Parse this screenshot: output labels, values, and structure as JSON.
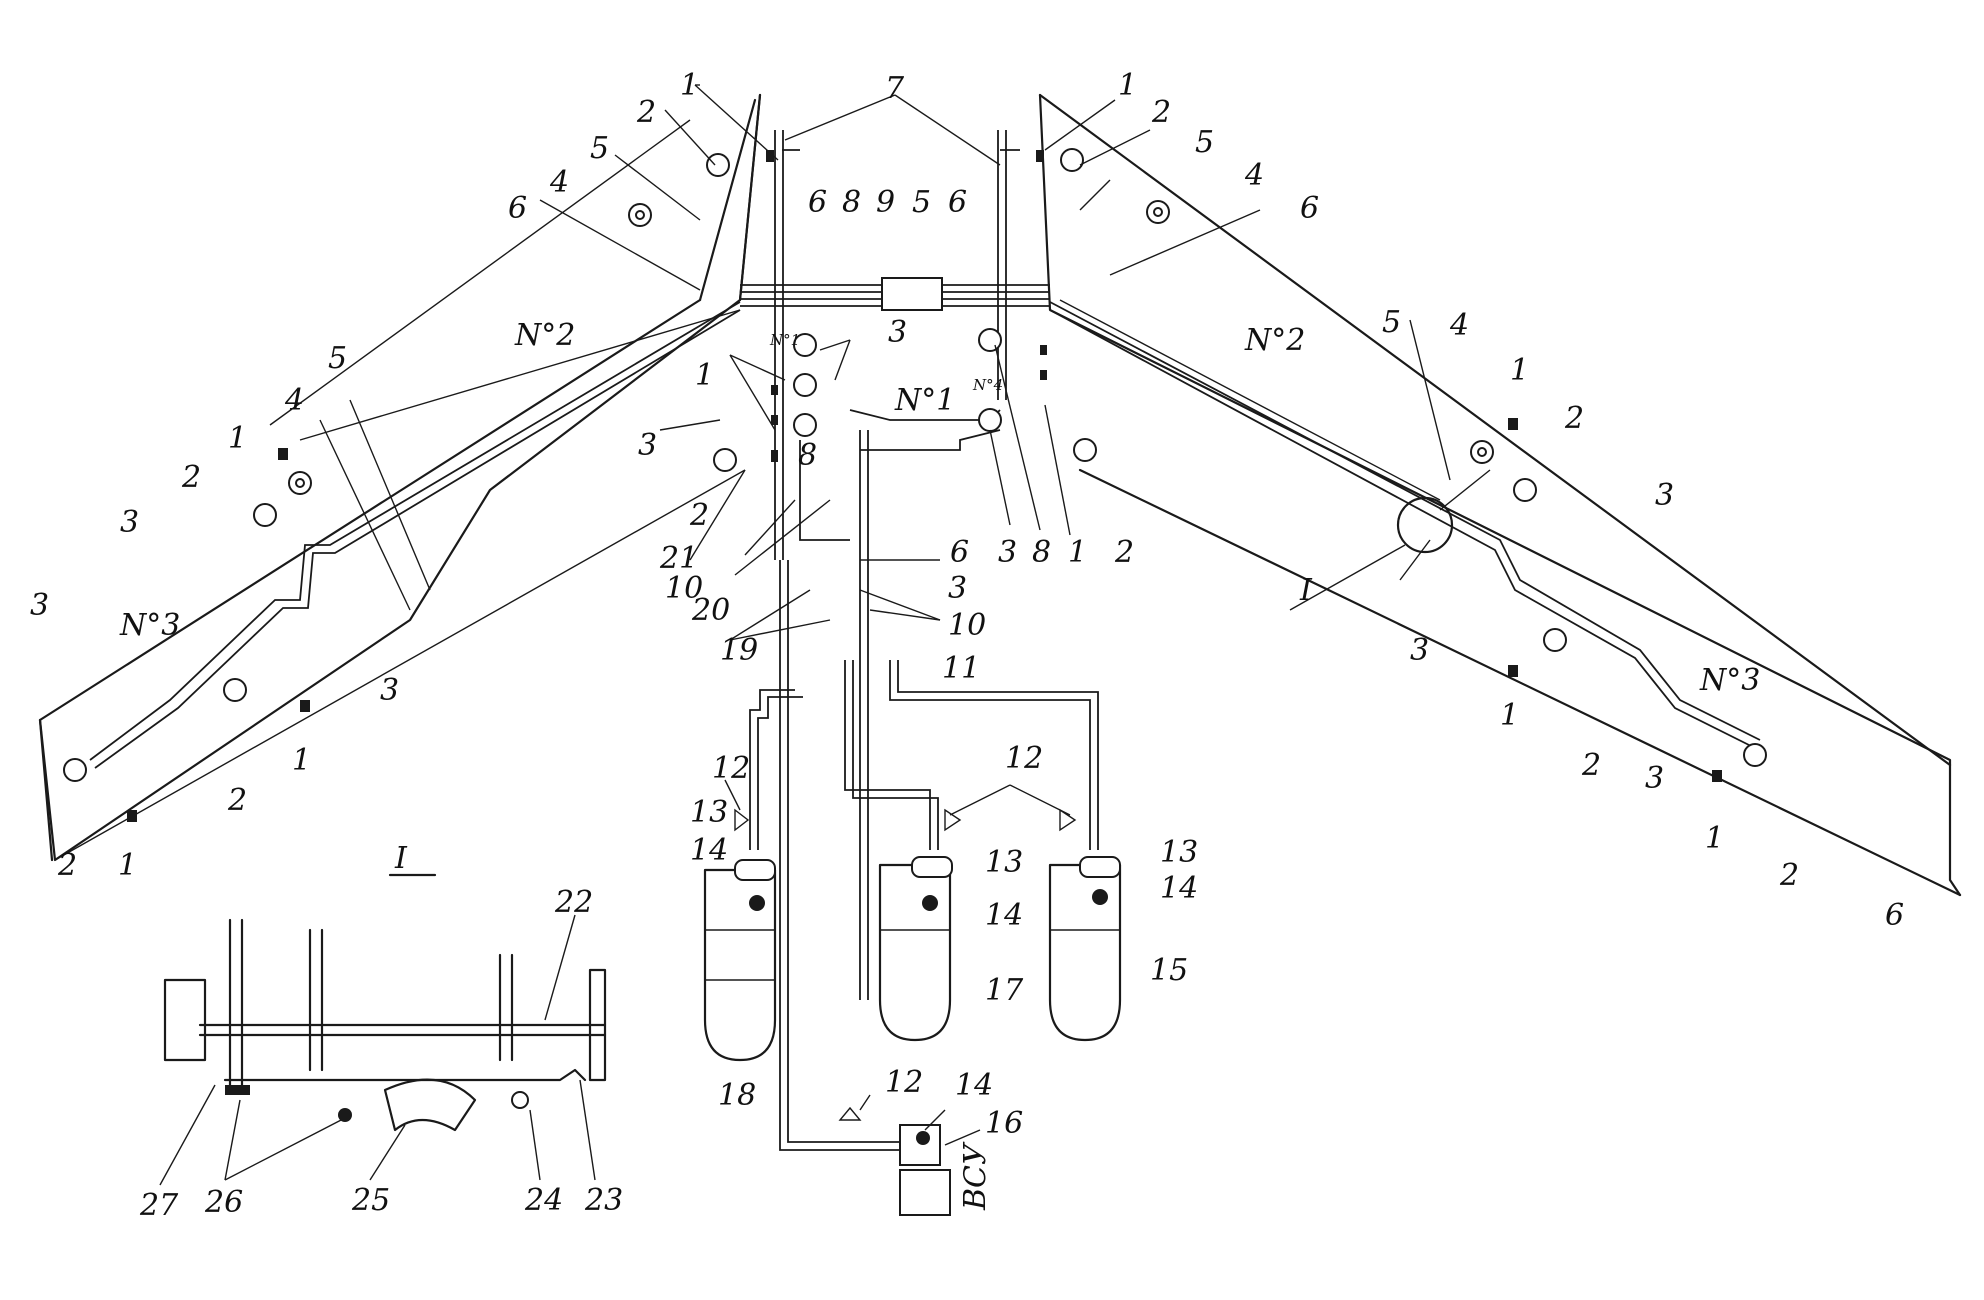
{
  "zones": {
    "left_inner": "N°2",
    "left_outer": "N°3",
    "right_inner": "N°2",
    "right_outer": "N°3",
    "center": "N°1"
  },
  "tank_small": {
    "t1": "N°1",
    "t2": "N°4"
  },
  "detail": {
    "title": "I",
    "callout": "I"
  },
  "apu": "ВСУ",
  "num": {
    "n1": "1",
    "n2": "2",
    "n3": "3",
    "n4": "4",
    "n5": "5",
    "n6": "6",
    "n7": "7",
    "n8": "8",
    "n9": "9",
    "n10": "10",
    "n11": "11",
    "n12": "12",
    "n13": "13",
    "n14": "14",
    "n15": "15",
    "n16": "16",
    "n17": "17",
    "n18": "18",
    "n19": "19",
    "n20": "20",
    "n21": "21",
    "n22": "22",
    "n23": "23",
    "n24": "24",
    "n25": "25",
    "n26": "26",
    "n27": "27"
  }
}
